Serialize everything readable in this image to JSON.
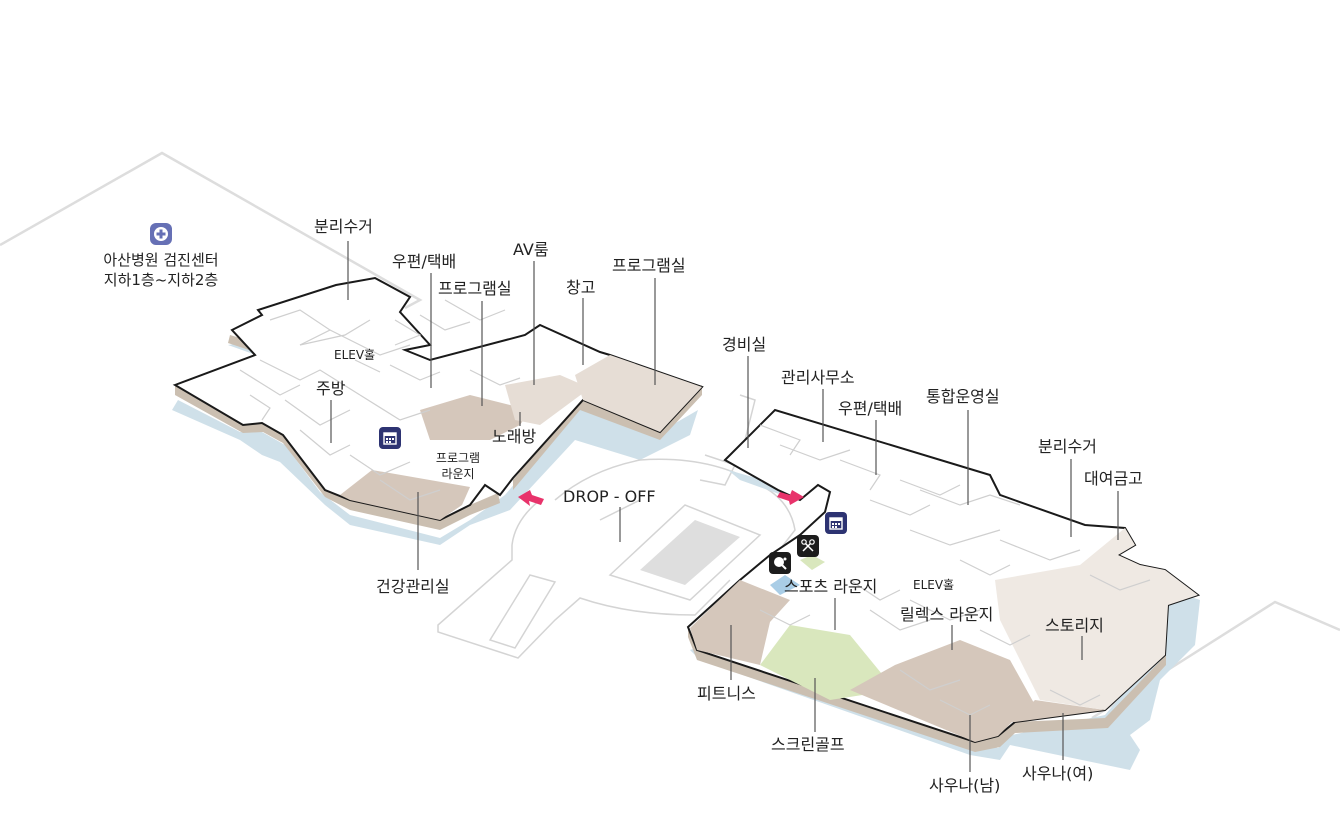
{
  "map": {
    "colors": {
      "floor": "#ffffff",
      "outline": "#1a1a1a",
      "room_line": "#cfcfcf",
      "wall_side": "#cbbfb1",
      "water_shadow": "#cfe0e9",
      "tan_room": "#e6ddd5",
      "tan_room_dark": "#d5c7bb",
      "light_room": "#efe9e3",
      "green_area": "#d9e7bd",
      "blue_area": "#a9cde6",
      "site_outline": "#dddddd",
      "drop_arrow": "#e8336b",
      "hospital_badge": "#6670b5",
      "program_badge": "#2d3372",
      "sports_badge": "#1c1c1c"
    },
    "hospital": {
      "icon": "hospital-cross-icon",
      "line1": "아산병원 검진센터",
      "line2": "지하1층~지하2층"
    },
    "left_wing": {
      "recycling": "분리수거",
      "mail": "우편/택배",
      "av_room": "AV룸",
      "program_room_1": "프로그램실",
      "storage": "창고",
      "program_room_2": "프로그램실",
      "elev_hall": "ELEV홀",
      "kitchen": "주방",
      "karaoke": "노래방",
      "program_lounge_1": "프로그램",
      "program_lounge_2": "라운지",
      "health_room": "건강관리실",
      "program_icon": "calendar-icon"
    },
    "drop_off": "DROP - OFF",
    "right_wing": {
      "guard_room": "경비실",
      "management_office": "관리사무소",
      "mail": "우편/택배",
      "control_room": "통합운영실",
      "recycling": "분리수거",
      "rental_locker": "대여금고",
      "elev_hall": "ELEV홀",
      "sports_lounge": "스포츠 라운지",
      "relax_lounge": "릴렉스 라운지",
      "storage": "스토리지",
      "fitness": "피트니스",
      "screen_golf": "스크린골프",
      "sauna_men": "사우나(남)",
      "sauna_women": "사우나(여)",
      "program_icon": "calendar-icon",
      "sports_icon_1": "ping-pong-icon",
      "sports_icon_2": "badminton-icon"
    }
  }
}
